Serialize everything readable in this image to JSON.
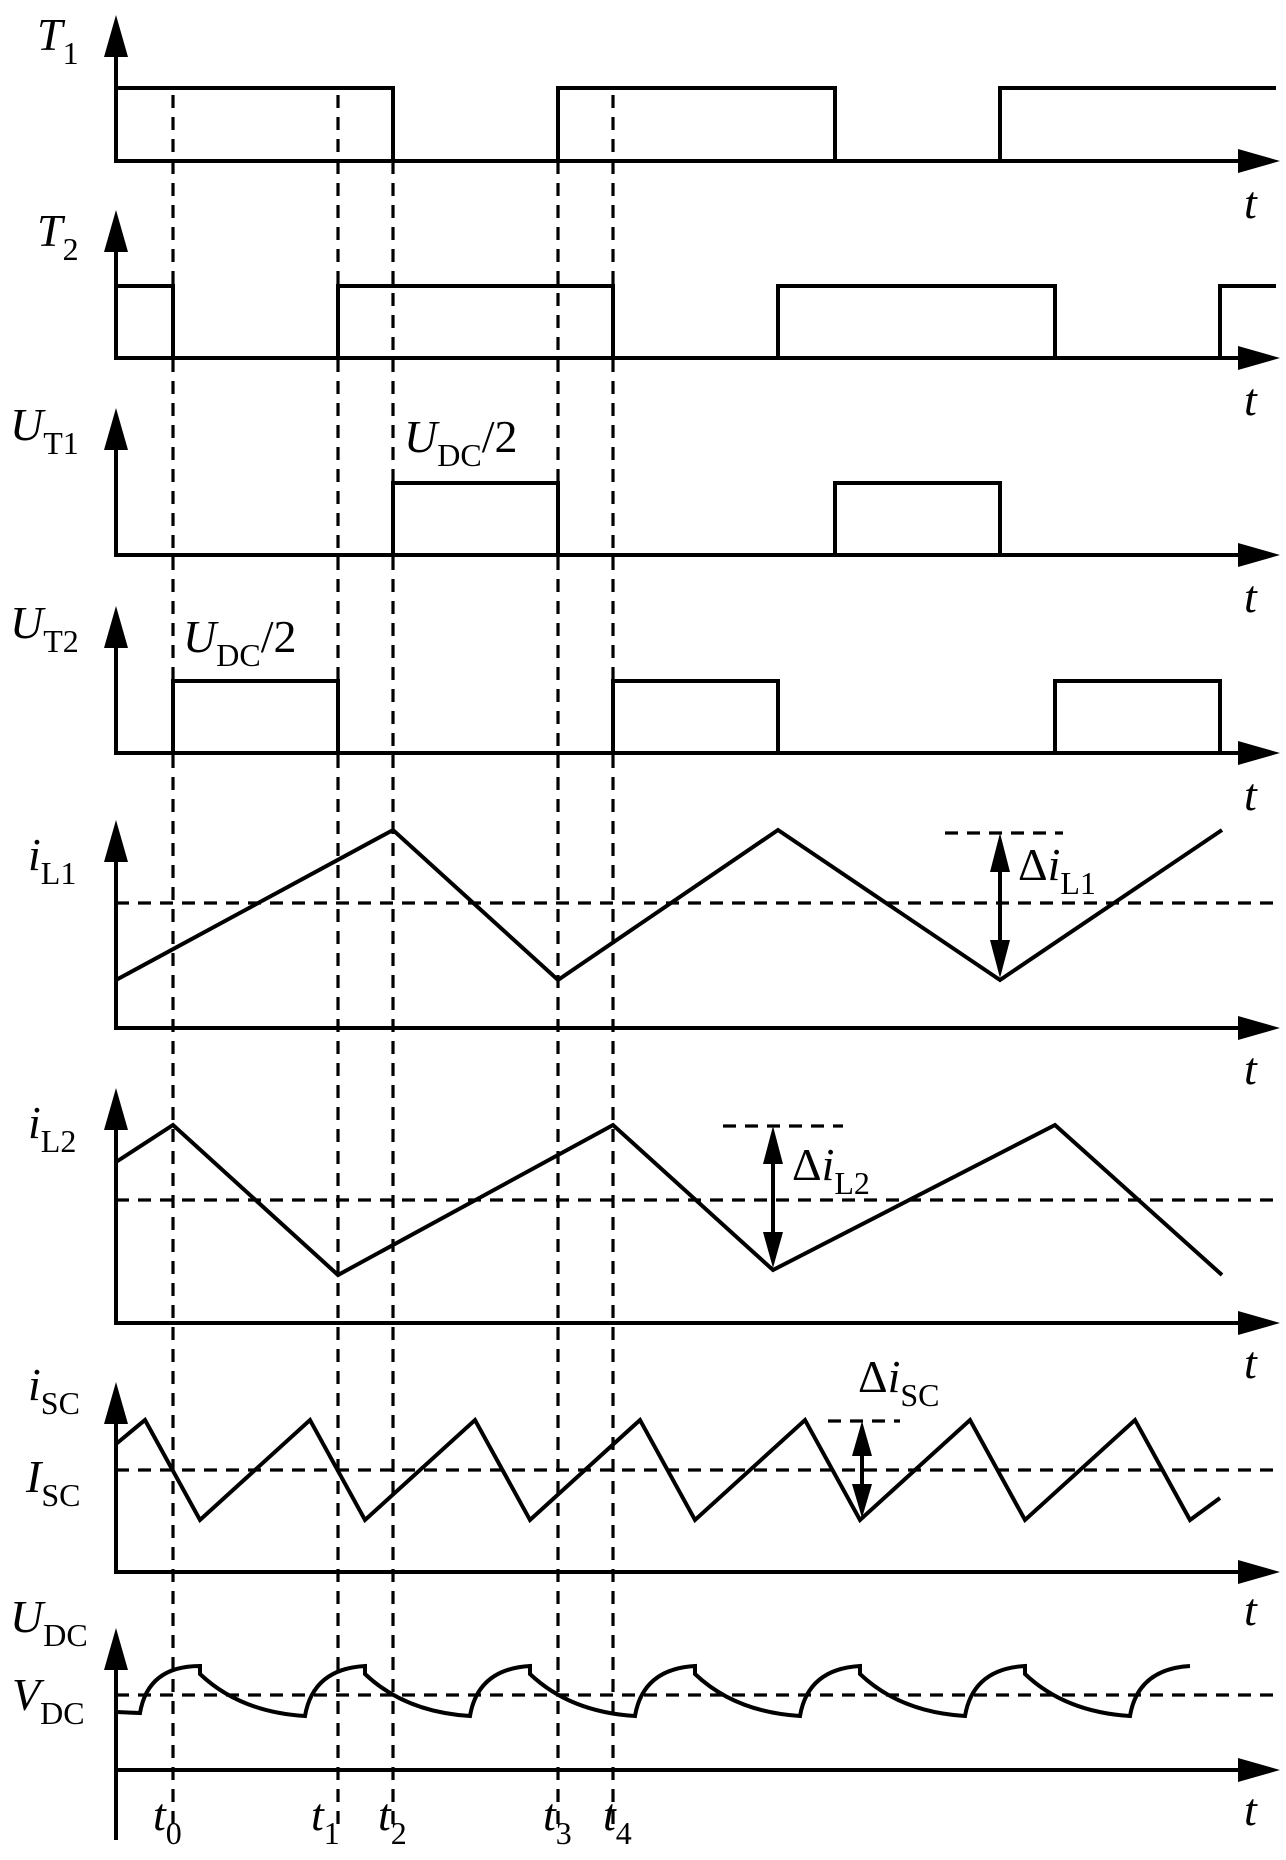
{
  "time_axis_label": "t",
  "time_markers": [
    {
      "base": "t",
      "sub": "0"
    },
    {
      "base": "t",
      "sub": "1"
    },
    {
      "base": "t",
      "sub": "2"
    },
    {
      "base": "t",
      "sub": "3"
    },
    {
      "base": "t",
      "sub": "4"
    }
  ],
  "traces": [
    {
      "id": "T1",
      "base": "T",
      "sub": "1",
      "italic_base": true
    },
    {
      "id": "T2",
      "base": "T",
      "sub": "2",
      "italic_base": true
    },
    {
      "id": "UT1",
      "base": "U",
      "sub": "T1",
      "italic_base": true
    },
    {
      "id": "UT2",
      "base": "U",
      "sub": "T2",
      "italic_base": true
    },
    {
      "id": "iL1",
      "base": "i",
      "sub": "L1",
      "italic_base": true
    },
    {
      "id": "iL2",
      "base": "i",
      "sub": "L2",
      "italic_base": true
    },
    {
      "id": "iSC",
      "base": "i",
      "sub": "SC",
      "italic_base": true
    },
    {
      "id": "UDC",
      "base": "U",
      "sub": "DC",
      "italic_base": true
    }
  ],
  "level_labels": [
    {
      "id": "ISC",
      "base": "I",
      "sub": "SC"
    },
    {
      "id": "VDC",
      "base": "V",
      "sub": "DC"
    }
  ],
  "annotations": [
    {
      "id": "udc-half-1",
      "base": "U",
      "sub": "DC",
      "suffix": "/2"
    },
    {
      "id": "udc-half-2",
      "base": "U",
      "sub": "DC",
      "suffix": "/2"
    },
    {
      "id": "delta-iL1",
      "prefix": "Δ",
      "base": "i",
      "sub": "L1"
    },
    {
      "id": "delta-iL2",
      "prefix": "Δ",
      "base": "i",
      "sub": "L2"
    },
    {
      "id": "delta-iSC",
      "prefix": "Δ",
      "base": "i",
      "sub": "SC"
    }
  ]
}
